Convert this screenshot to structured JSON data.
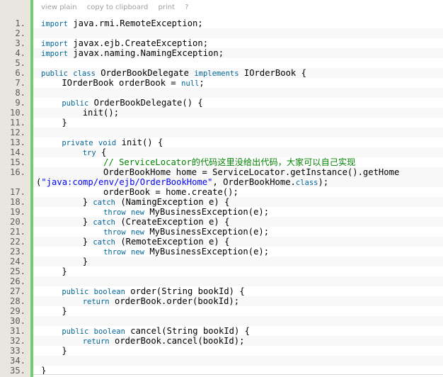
{
  "toolbar": {
    "items": [
      "view plain",
      "copy to clipboard",
      "print",
      "?"
    ]
  },
  "colors": {
    "gutter_bg": "#e8e6df",
    "accent_bar": "#6ccf6c",
    "keyword": "#006699",
    "string": "#0000ff",
    "comment": "#008200",
    "line_number": "#5c5c5c",
    "alt_row_bg": "#f8f8f8"
  },
  "code": {
    "language": "java",
    "lines": [
      {
        "n": "1.",
        "tokens": [
          [
            "kw",
            "import"
          ],
          [
            "t",
            " java.rmi.RemoteException;"
          ]
        ]
      },
      {
        "n": "2.",
        "tokens": []
      },
      {
        "n": "3.",
        "tokens": [
          [
            "kw",
            "import"
          ],
          [
            "t",
            " javax.ejb.CreateException;"
          ]
        ]
      },
      {
        "n": "4.",
        "tokens": [
          [
            "kw",
            "import"
          ],
          [
            "t",
            " javax.naming.NamingException;"
          ]
        ]
      },
      {
        "n": "5.",
        "tokens": []
      },
      {
        "n": "6.",
        "tokens": [
          [
            "kw",
            "public"
          ],
          [
            "t",
            " "
          ],
          [
            "kw",
            "class"
          ],
          [
            "t",
            " OrderBookDelegate "
          ],
          [
            "kw",
            "implements"
          ],
          [
            "t",
            " IOrderBook {"
          ]
        ]
      },
      {
        "n": "7.",
        "tokens": [
          [
            "t",
            "    IOrderBook orderBook = "
          ],
          [
            "kw",
            "null"
          ],
          [
            "t",
            ";"
          ]
        ]
      },
      {
        "n": "8.",
        "tokens": []
      },
      {
        "n": "9.",
        "tokens": [
          [
            "t",
            "    "
          ],
          [
            "kw",
            "public"
          ],
          [
            "t",
            " OrderBookDelegate() {"
          ]
        ]
      },
      {
        "n": "10.",
        "tokens": [
          [
            "t",
            "        init();"
          ]
        ]
      },
      {
        "n": "11.",
        "tokens": [
          [
            "t",
            "    }"
          ]
        ]
      },
      {
        "n": "12.",
        "tokens": []
      },
      {
        "n": "13.",
        "tokens": [
          [
            "t",
            "    "
          ],
          [
            "kw",
            "private"
          ],
          [
            "t",
            " "
          ],
          [
            "kw",
            "void"
          ],
          [
            "t",
            " init() {"
          ]
        ]
      },
      {
        "n": "14.",
        "tokens": [
          [
            "t",
            "        "
          ],
          [
            "kw",
            "try"
          ],
          [
            "t",
            " {"
          ]
        ]
      },
      {
        "n": "15.",
        "tokens": [
          [
            "t",
            "            "
          ],
          [
            "cmt",
            "// ServiceLocator的代码这里没给出代码，大家可以自己实现"
          ]
        ]
      },
      {
        "n": "16.",
        "wrap": true,
        "tokens": [
          [
            "t",
            "            OrderBookHome home = ServiceLocator.getInstance().getHome"
          ]
        ],
        "tokens2": [
          [
            "t",
            "("
          ],
          [
            "str",
            "\"java:comp/env/ejb/OrderBookHome\""
          ],
          [
            "t",
            ", OrderBookHome."
          ],
          [
            "kw",
            "class"
          ],
          [
            "t",
            ");"
          ]
        ]
      },
      {
        "n": "17.",
        "tokens": [
          [
            "t",
            "            orderBook = home.create();"
          ]
        ]
      },
      {
        "n": "18.",
        "tokens": [
          [
            "t",
            "        } "
          ],
          [
            "kw",
            "catch"
          ],
          [
            "t",
            " (NamingException e) {"
          ]
        ]
      },
      {
        "n": "19.",
        "tokens": [
          [
            "t",
            "            "
          ],
          [
            "kw",
            "throw"
          ],
          [
            "t",
            " "
          ],
          [
            "kw",
            "new"
          ],
          [
            "t",
            " MyBusinessException(e);"
          ]
        ]
      },
      {
        "n": "20.",
        "tokens": [
          [
            "t",
            "        } "
          ],
          [
            "kw",
            "catch"
          ],
          [
            "t",
            " (CreateException e) {"
          ]
        ]
      },
      {
        "n": "21.",
        "tokens": [
          [
            "t",
            "            "
          ],
          [
            "kw",
            "throw"
          ],
          [
            "t",
            " "
          ],
          [
            "kw",
            "new"
          ],
          [
            "t",
            " MyBusinessException(e);"
          ]
        ]
      },
      {
        "n": "22.",
        "tokens": [
          [
            "t",
            "        } "
          ],
          [
            "kw",
            "catch"
          ],
          [
            "t",
            " (RemoteException e) {"
          ]
        ]
      },
      {
        "n": "23.",
        "tokens": [
          [
            "t",
            "            "
          ],
          [
            "kw",
            "throw"
          ],
          [
            "t",
            " "
          ],
          [
            "kw",
            "new"
          ],
          [
            "t",
            " MyBusinessException(e);"
          ]
        ]
      },
      {
        "n": "24.",
        "tokens": [
          [
            "t",
            "        }"
          ]
        ]
      },
      {
        "n": "25.",
        "tokens": [
          [
            "t",
            "    }"
          ]
        ]
      },
      {
        "n": "26.",
        "tokens": []
      },
      {
        "n": "27.",
        "tokens": [
          [
            "t",
            "    "
          ],
          [
            "kw",
            "public"
          ],
          [
            "t",
            " "
          ],
          [
            "kw",
            "boolean"
          ],
          [
            "t",
            " order(String bookId) {"
          ]
        ]
      },
      {
        "n": "28.",
        "tokens": [
          [
            "t",
            "        "
          ],
          [
            "kw",
            "return"
          ],
          [
            "t",
            " orderBook.order(bookId);"
          ]
        ]
      },
      {
        "n": "29.",
        "tokens": [
          [
            "t",
            "    }"
          ]
        ]
      },
      {
        "n": "30.",
        "tokens": []
      },
      {
        "n": "31.",
        "tokens": [
          [
            "t",
            "    "
          ],
          [
            "kw",
            "public"
          ],
          [
            "t",
            " "
          ],
          [
            "kw",
            "boolean"
          ],
          [
            "t",
            " cancel(String bookId) {"
          ]
        ]
      },
      {
        "n": "32.",
        "tokens": [
          [
            "t",
            "        "
          ],
          [
            "kw",
            "return"
          ],
          [
            "t",
            " orderBook.cancel(bookId);"
          ]
        ]
      },
      {
        "n": "33.",
        "tokens": [
          [
            "t",
            "    }"
          ]
        ]
      },
      {
        "n": "34.",
        "tokens": []
      },
      {
        "n": "35.",
        "tokens": [
          [
            "t",
            "}"
          ]
        ]
      }
    ]
  }
}
